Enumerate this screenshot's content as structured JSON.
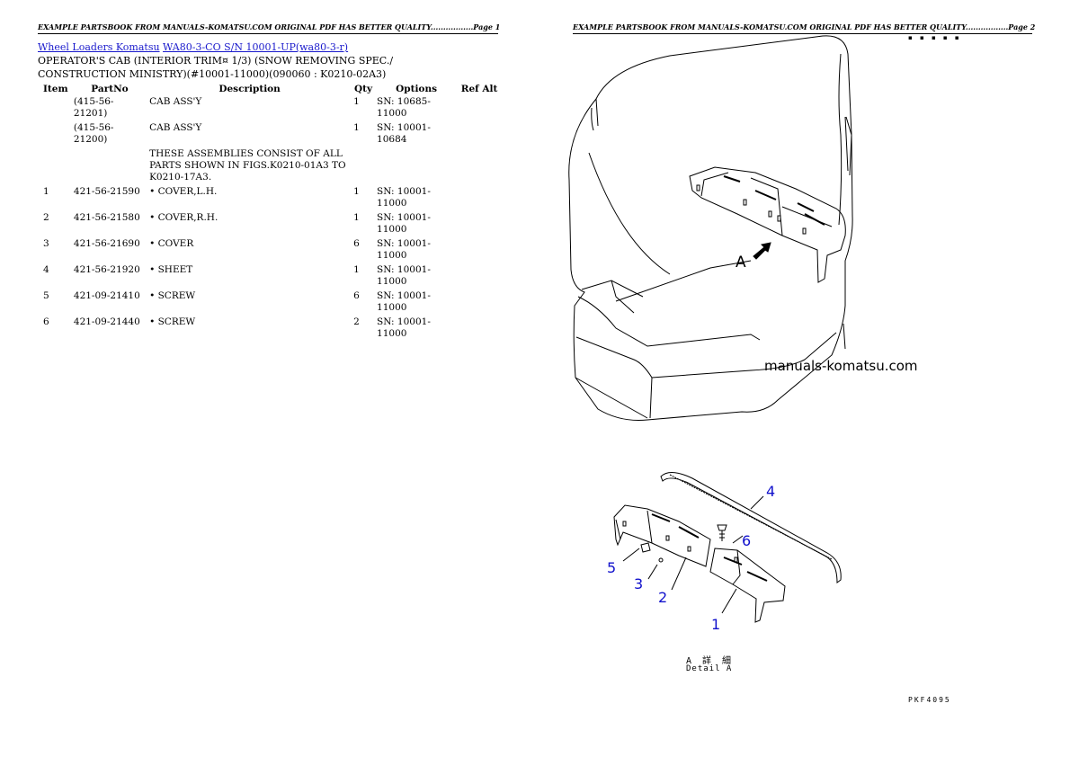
{
  "page1": {
    "header": "EXAMPLE PARTSBOOK FROM MANUALS-KOMATSU.COM ORIGINAL PDF HAS BETTER QUALITY.................Page 1",
    "breadcrumb": {
      "link1": "Wheel Loaders Komatsu",
      "link2": "WA80-3-CO S/N 10001-UP(wa80-3-r)"
    },
    "title": "OPERATOR'S CAB (INTERIOR TRIM¤ 1/3) (SNOW REMOVING SPEC./ CONSTRUCTION MINISTRY)(#10001-11000)(090060 : K0210-02A3)",
    "columns": [
      "Item",
      "PartNo",
      "Description",
      "Qty",
      "Options",
      "Ref Alt"
    ],
    "rows": [
      {
        "item": "",
        "part": "(415-56-21201)",
        "desc": "CAB ASS'Y",
        "qty": "1",
        "opt": "SN: 10685-11000",
        "ref": ""
      },
      {
        "item": "",
        "part": "(415-56-21200)",
        "desc": "CAB ASS'Y",
        "qty": "1",
        "opt": "SN: 10001-10684",
        "ref": ""
      },
      {
        "item": "",
        "part": "",
        "desc": "THESE ASSEMBLIES CONSIST OF ALL PARTS SHOWN IN FIGS.K0210-01A3 TO K0210-17A3.",
        "qty": "",
        "opt": "",
        "ref": ""
      },
      {
        "item": "1",
        "part": "421-56-21590",
        "desc": "• COVER,L.H.",
        "qty": "1",
        "opt": "SN: 10001-11000",
        "ref": ""
      },
      {
        "item": "2",
        "part": "421-56-21580",
        "desc": "• COVER,R.H.",
        "qty": "1",
        "opt": "SN: 10001-11000",
        "ref": ""
      },
      {
        "item": "3",
        "part": "421-56-21690",
        "desc": "• COVER",
        "qty": "6",
        "opt": "SN: 10001-11000",
        "ref": ""
      },
      {
        "item": "4",
        "part": "421-56-21920",
        "desc": "• SHEET",
        "qty": "1",
        "opt": "SN: 10001-11000",
        "ref": ""
      },
      {
        "item": "5",
        "part": "421-09-21410",
        "desc": "• SCREW",
        "qty": "6",
        "opt": "SN: 10001-11000",
        "ref": ""
      },
      {
        "item": "6",
        "part": "421-09-21440",
        "desc": "• SCREW",
        "qty": "2",
        "opt": "SN: 10001-11000",
        "ref": ""
      }
    ]
  },
  "page2": {
    "header": "EXAMPLE PARTSBOOK FROM MANUALS-KOMATSU.COM ORIGINAL PDF HAS BETTER QUALITY.................Page 2",
    "watermark": "manuals-komatsu.com",
    "view_label": "A",
    "detail_jp": "A 詳 細",
    "detail_en": "Detail A",
    "page_code": "PKF4095",
    "callouts": [
      "1",
      "2",
      "3",
      "4",
      "5",
      "6"
    ]
  },
  "colors": {
    "link": "#1a1acc",
    "callout": "#1111cc"
  }
}
